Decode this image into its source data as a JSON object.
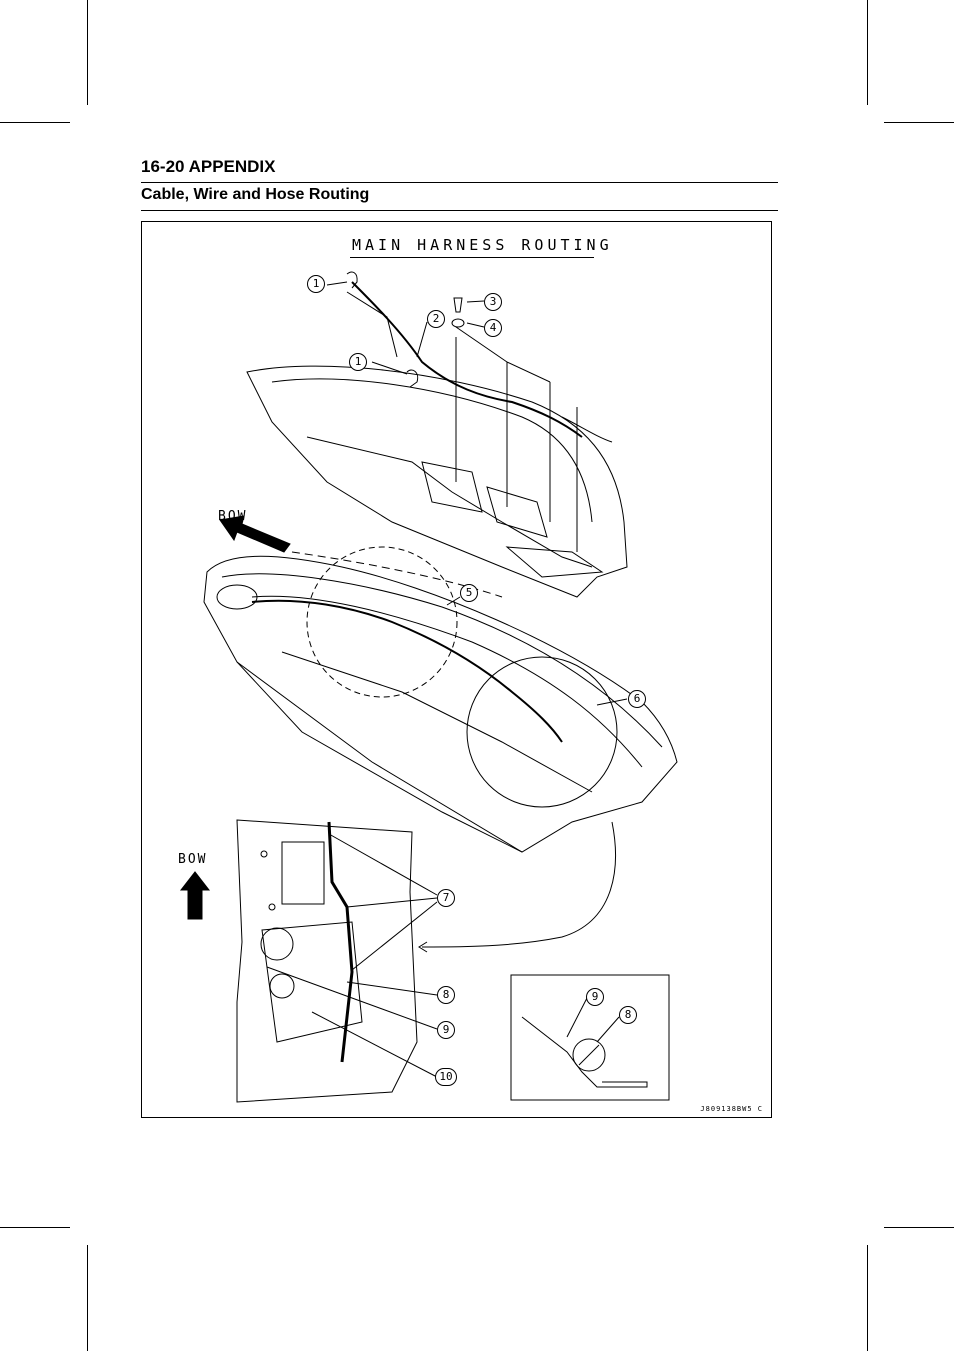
{
  "header": {
    "title": "16-20 APPENDIX"
  },
  "section": {
    "title": "Cable, Wire and Hose Routing"
  },
  "figure": {
    "title": "MAIN HARNESS ROUTING",
    "bow_top": "BOW",
    "bow_bottom": "BOW",
    "code": "J809138BW5 C",
    "callouts": [
      "1",
      "1",
      "2",
      "3",
      "4",
      "5",
      "6",
      "7",
      "8",
      "9",
      "10",
      "9",
      "8"
    ]
  }
}
